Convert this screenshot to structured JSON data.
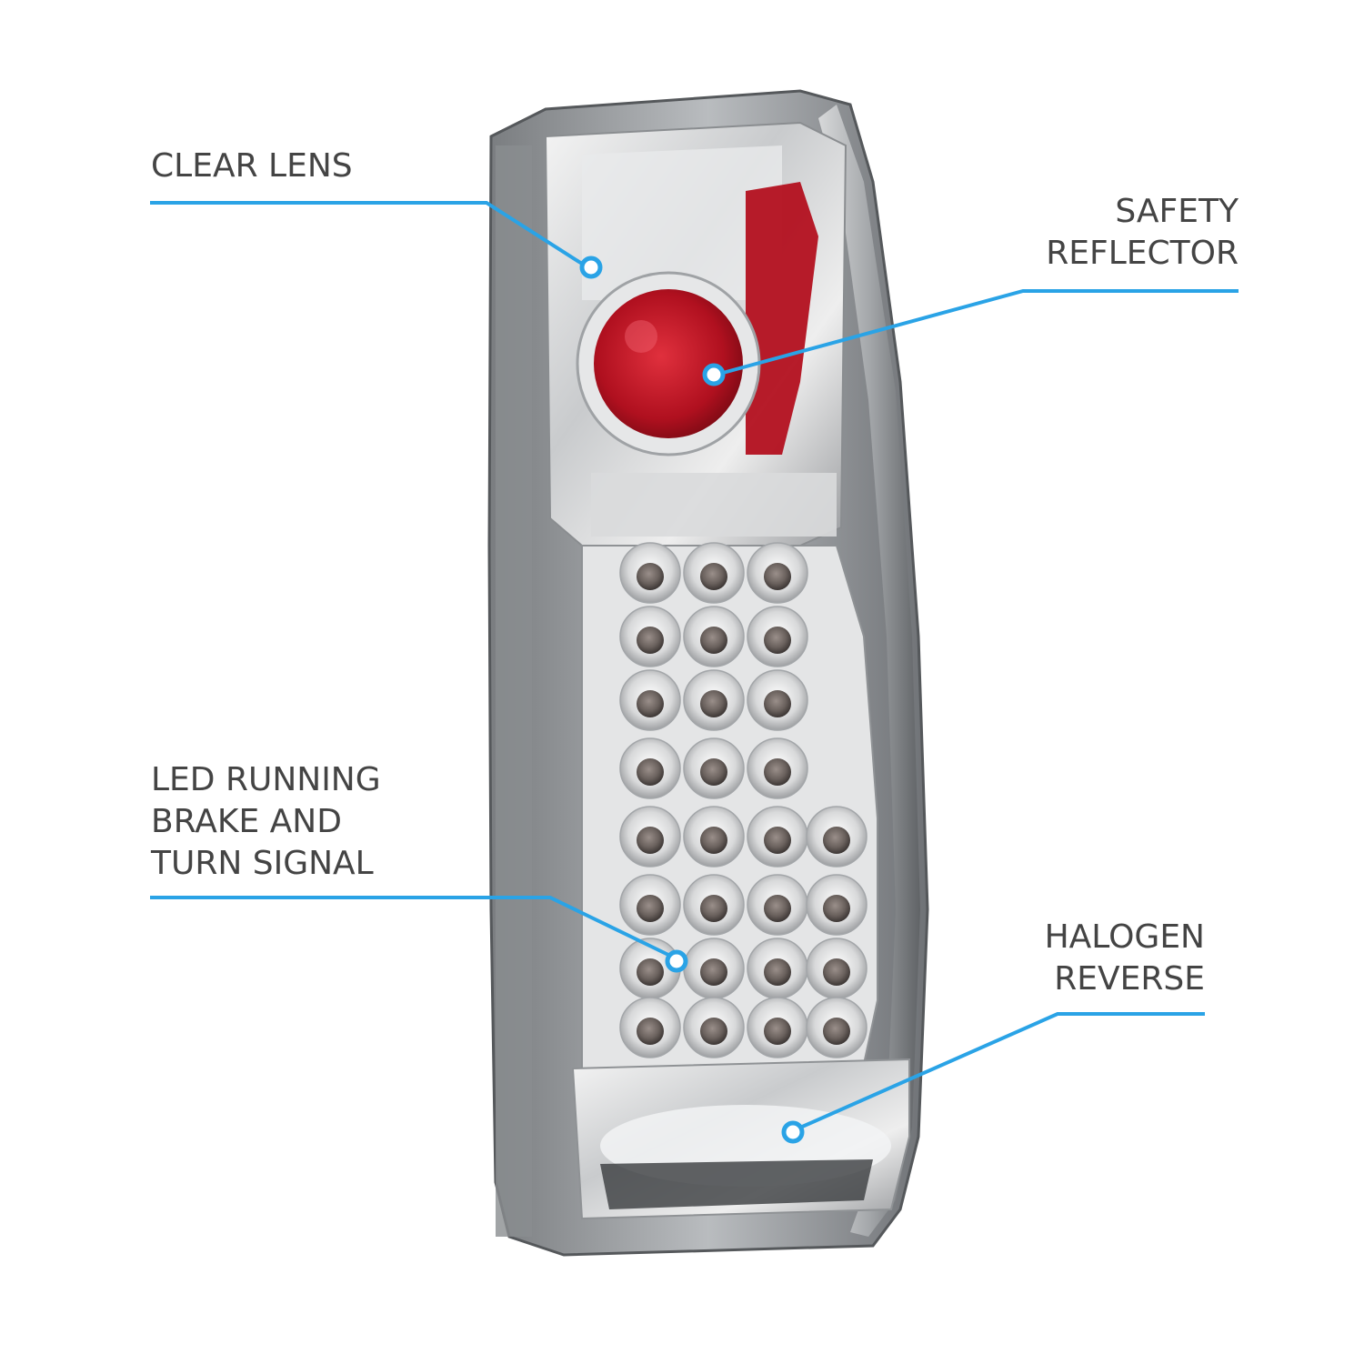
{
  "callouts": {
    "clear_lens": {
      "lines": [
        "CLEAR LENS"
      ]
    },
    "safety_reflector": {
      "lines": [
        "SAFETY",
        "REFLECTOR"
      ]
    },
    "led_running": {
      "lines": [
        "LED RUNNING",
        "BRAKE AND",
        "TURN SIGNAL"
      ]
    },
    "halogen_reverse": {
      "lines": [
        "HALOGEN",
        "REVERSE"
      ]
    }
  },
  "colors": {
    "callout_line": "#2aa3e6",
    "label_text": "#444444",
    "reflector_red": "#c8102e"
  }
}
